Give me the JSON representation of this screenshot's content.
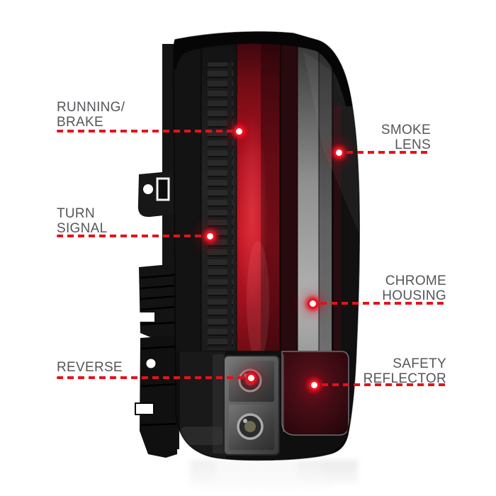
{
  "image_type": "annotated product callout diagram of an automotive LED tail light",
  "colors": {
    "background": "#ffffff",
    "label_text": "#55565a",
    "callout_red": "#e4131c",
    "lens_black": "#0c0c0c",
    "brake_bar_red": "#c0121e",
    "chrome_gray": "#a8a8a8",
    "reflector_maroon": "#4d1019"
  },
  "callouts": {
    "running_brake": {
      "line1": "RUNNING/",
      "line2": "BRAKE"
    },
    "turn_signal": {
      "line1": "TURN",
      "line2": "SIGNAL"
    },
    "reverse": {
      "line1": "REVERSE"
    },
    "smoke_lens": {
      "line1": "SMOKE",
      "line2": "LENS"
    },
    "chrome_housing": {
      "line1": "CHROME",
      "line2": "HOUSING"
    },
    "safety_reflector": {
      "line1": "SAFETY",
      "line2": "REFLECTOR"
    }
  }
}
